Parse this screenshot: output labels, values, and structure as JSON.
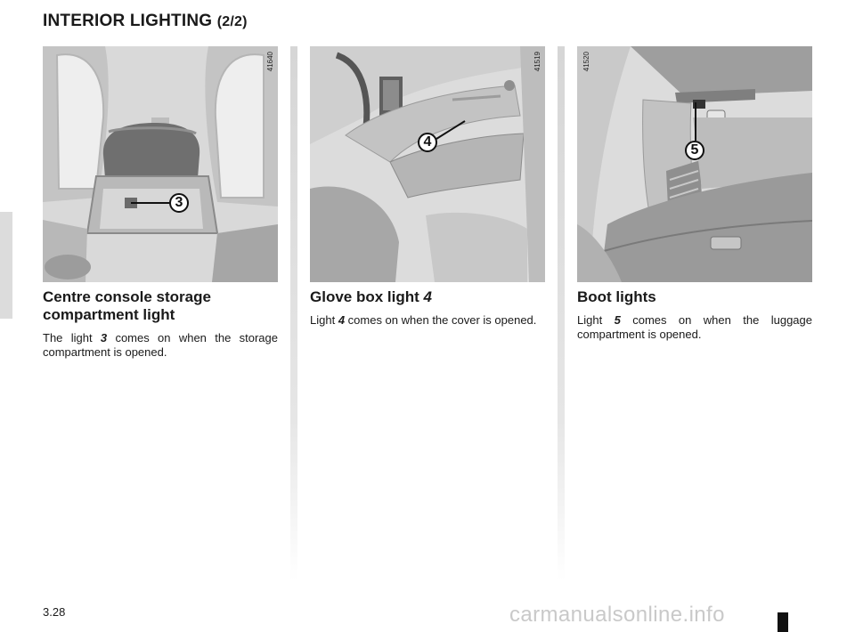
{
  "page": {
    "title": "INTERIOR LIGHTING",
    "title_part": "(2/2)",
    "page_number": "3.28",
    "watermark": "carmanualsonline.info"
  },
  "sections": [
    {
      "figure_ref": "41640",
      "callout": "3",
      "heading": "Centre console storage compartment light",
      "body_pre": "The light ",
      "body_ref": "3",
      "body_post": " comes on when the storage compartment is opened."
    },
    {
      "figure_ref": "41519",
      "callout": "4",
      "heading": "Glove box light ",
      "heading_ref": "4",
      "body_pre": "Light ",
      "body_ref": "4",
      "body_post": " comes on when the cover is opened."
    },
    {
      "figure_ref": "41520",
      "callout": "5",
      "heading": "Boot lights",
      "body_pre": "Light ",
      "body_ref": "5",
      "body_post": " comes on when the luggage compartment is opened."
    }
  ]
}
